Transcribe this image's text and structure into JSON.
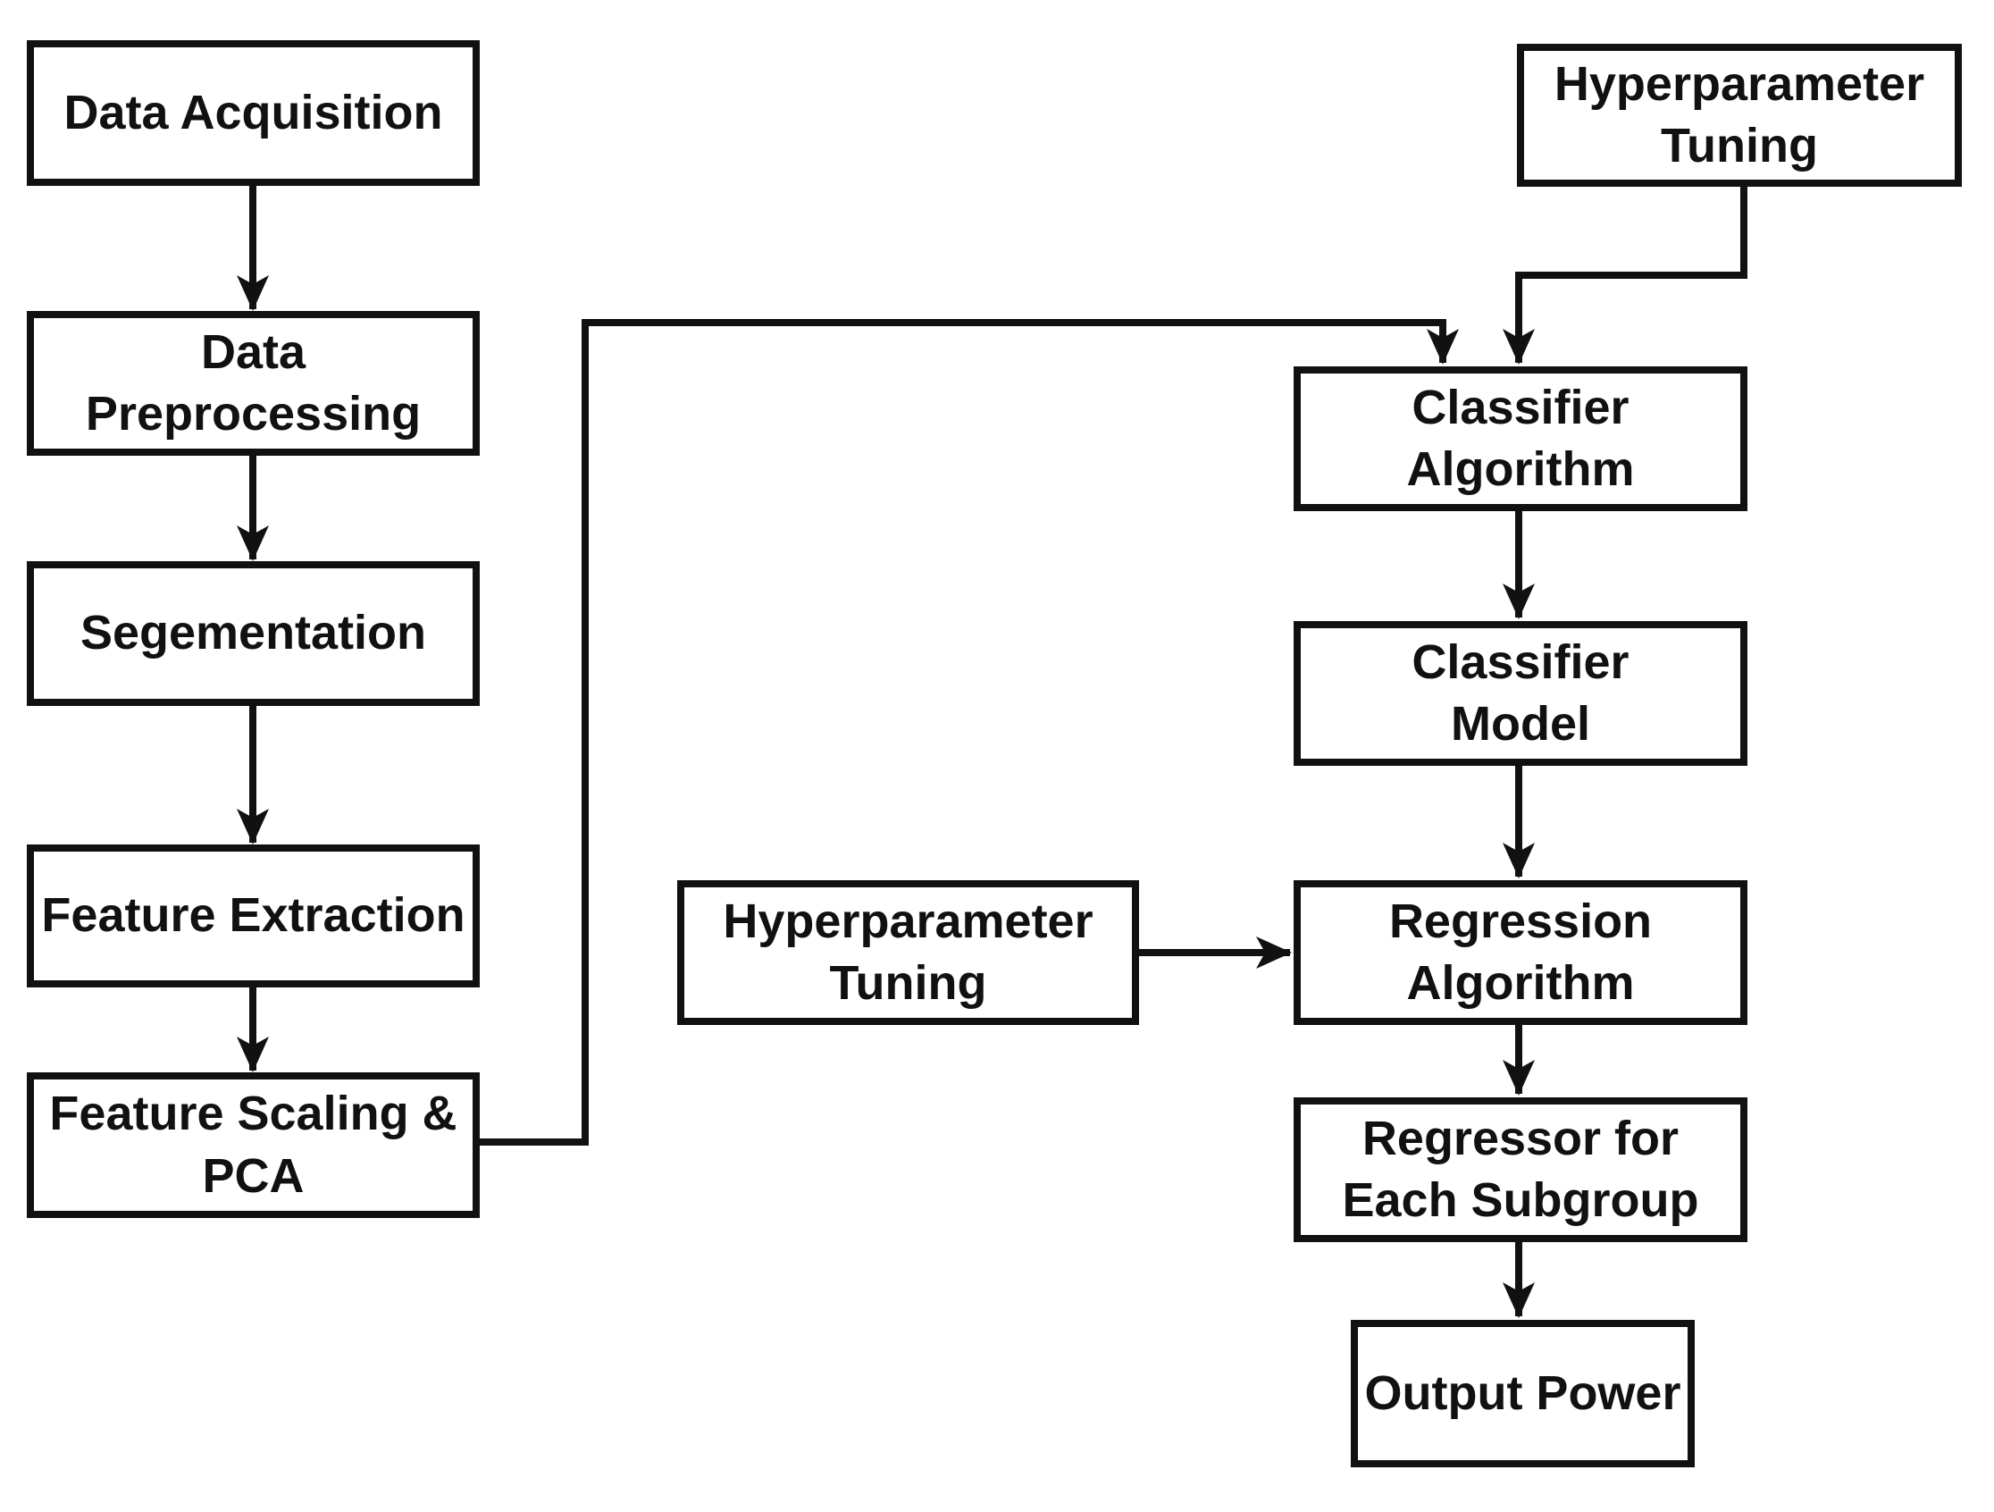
{
  "diagram": {
    "type": "flowchart",
    "background_color": "#ffffff",
    "line_color": "#111111",
    "box_fill_color": "#ffffff",
    "text_color": "#111111",
    "nodes": {
      "data_acquisition": {
        "label": "Data Acquisition"
      },
      "data_preprocessing": {
        "label": "Data\nPreprocessing"
      },
      "segmentation": {
        "label": "Segementation"
      },
      "feature_extraction": {
        "label": "Feature Extraction"
      },
      "feature_scaling_pca": {
        "label": "Feature Scaling &\nPCA"
      },
      "hyperparameter_tuning_top": {
        "label": "Hyperparameter\nTuning"
      },
      "classifier_algorithm": {
        "label": "Classifier\nAlgorithm"
      },
      "classifier_model": {
        "label": "Classifier\nModel"
      },
      "hyperparameter_tuning_mid": {
        "label": "Hyperparameter\nTuning"
      },
      "regression_algorithm": {
        "label": "Regression\nAlgorithm"
      },
      "regressor_each_subgroup": {
        "label": "Regressor for\nEach Subgroup"
      },
      "output_power": {
        "label": "Output Power"
      }
    },
    "edges": [
      {
        "from": "data_acquisition",
        "to": "data_preprocessing"
      },
      {
        "from": "data_preprocessing",
        "to": "segmentation"
      },
      {
        "from": "segmentation",
        "to": "feature_extraction"
      },
      {
        "from": "feature_extraction",
        "to": "feature_scaling_pca"
      },
      {
        "from": "feature_scaling_pca",
        "to": "classifier_algorithm"
      },
      {
        "from": "hyperparameter_tuning_top",
        "to": "classifier_algorithm"
      },
      {
        "from": "classifier_algorithm",
        "to": "classifier_model"
      },
      {
        "from": "classifier_model",
        "to": "regression_algorithm"
      },
      {
        "from": "hyperparameter_tuning_mid",
        "to": "regression_algorithm"
      },
      {
        "from": "regression_algorithm",
        "to": "regressor_each_subgroup"
      },
      {
        "from": "regressor_each_subgroup",
        "to": "output_power"
      }
    ]
  }
}
